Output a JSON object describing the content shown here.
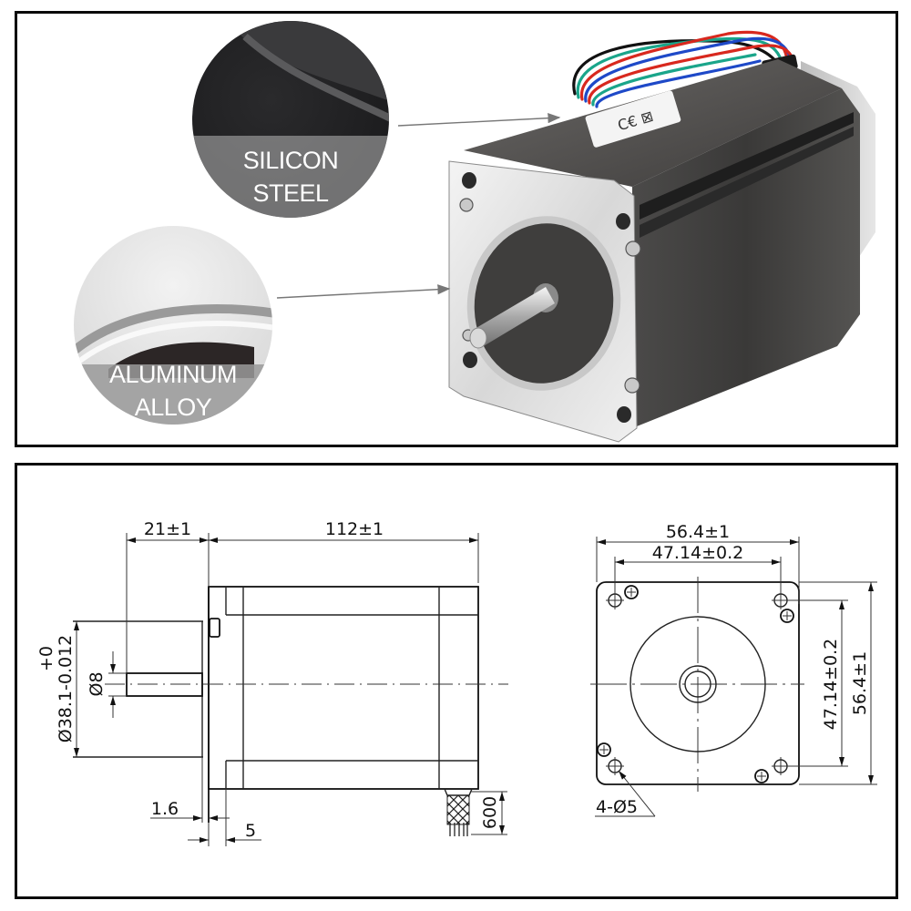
{
  "product_photo": {
    "subject": "NEMA 23 stepper motor",
    "callouts": [
      {
        "id": "silicon-steel",
        "line1": "SILICON",
        "line2": "STEEL"
      },
      {
        "id": "aluminum-alloy",
        "line1": "ALUMINUM",
        "line2": "ALLOY"
      }
    ],
    "label_marks": [
      "CE",
      "WEEE-bin"
    ],
    "wire_colors": [
      "#d8281e",
      "#1e49c8",
      "#1aa58a",
      "#111111"
    ]
  },
  "drawing": {
    "side_view": {
      "shaft_length": "21±1",
      "body_length": "112±1",
      "shaft_diameter": "Ø8",
      "boss_diameter": "Ø38.1-0.012",
      "boss_tolerance_upper": "+0",
      "flange_thickness": "1.6",
      "front_cap": "5",
      "lead_length": "600"
    },
    "front_view": {
      "overall_width": "56.4±1",
      "hole_spacing_h": "47.14±0.2",
      "hole_spacing_v": "47.14±0.2",
      "overall_height": "56.4±1",
      "mounting_holes": "4-Ø5"
    }
  },
  "colors": {
    "border": "#0a0a0a",
    "line": "#222222",
    "callout_overlay": "#9a9a9a"
  }
}
